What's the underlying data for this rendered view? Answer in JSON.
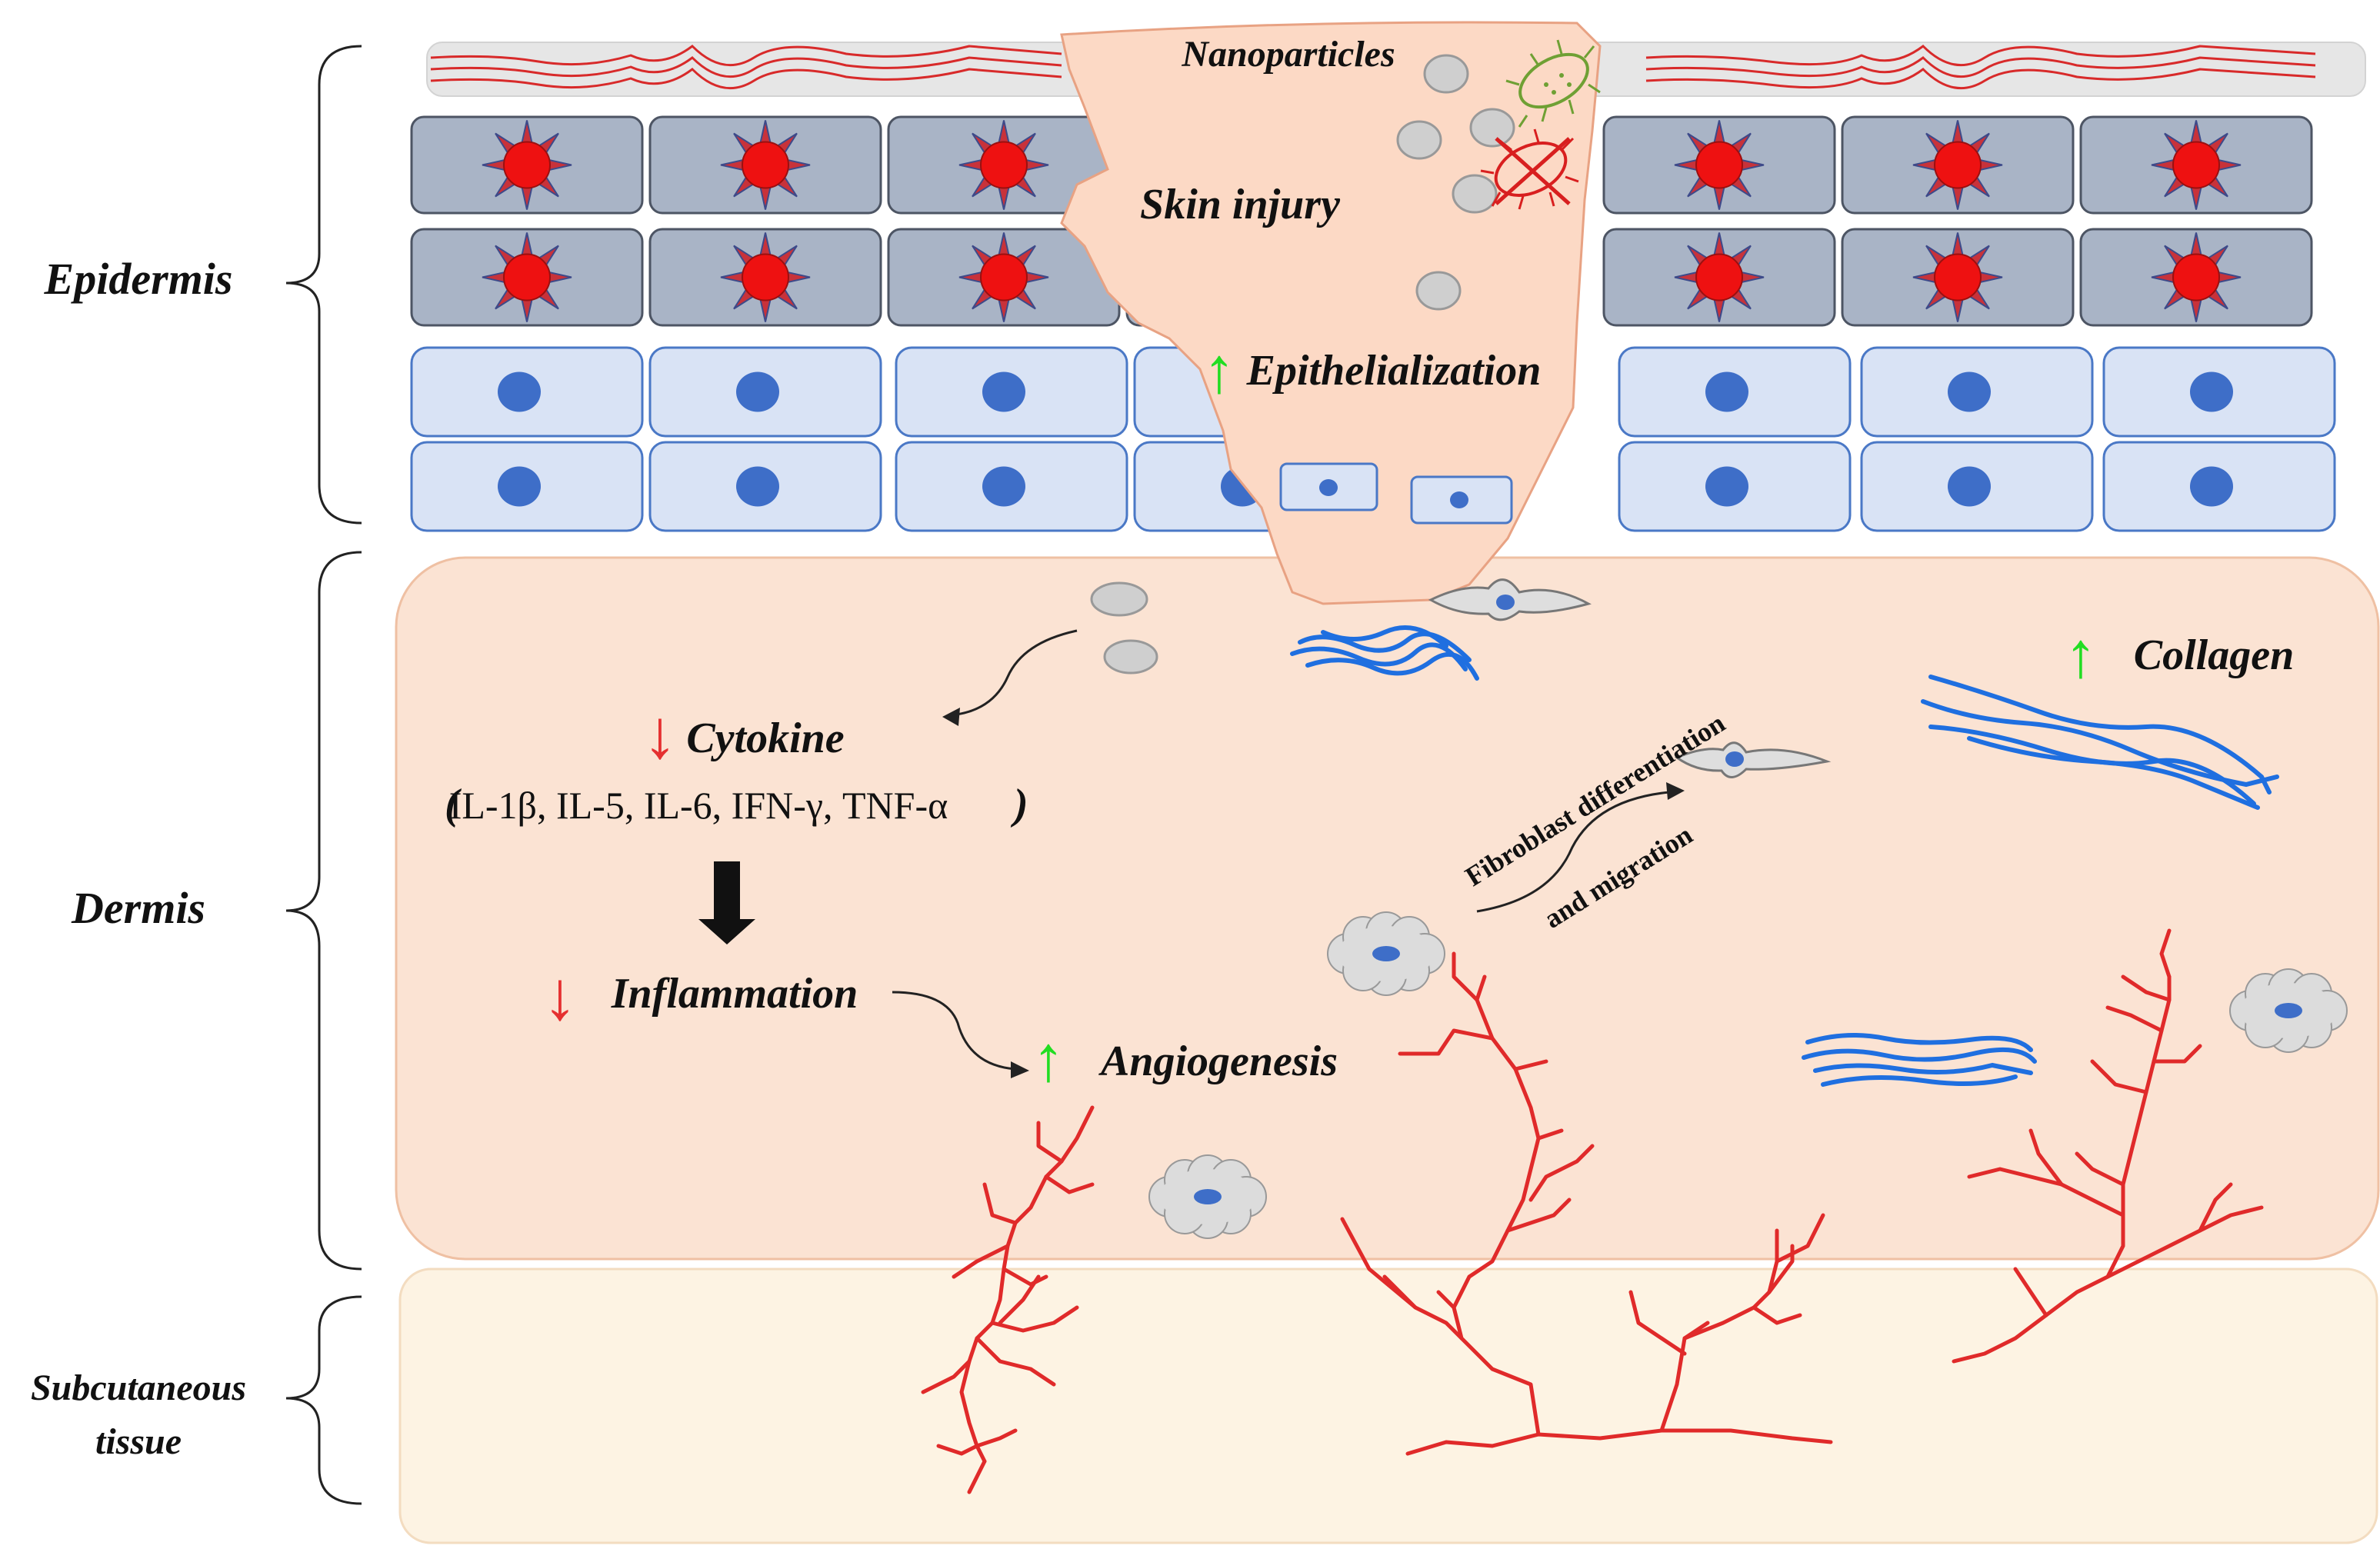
{
  "layers": {
    "epidermis": "Epidermis",
    "dermis": "Dermis",
    "subcutaneous_line1": "Subcutaneous",
    "subcutaneous_line2": "tissue"
  },
  "wound": {
    "nanoparticles": "Nanoparticles",
    "skin_injury": "Skin injury",
    "epithelialization": "Epithelialization"
  },
  "dermis_labels": {
    "cytokine": "Cytokine",
    "cytokine_open": "(",
    "cytokine_list": "IL-1β, IL-5, IL-6, IFN-γ, TNF-α",
    "cytokine_close": ")",
    "inflammation": "Inflammation",
    "angiogenesis": "Angiogenesis",
    "collagen": "Collagen",
    "fibroblast_line1": "Fibroblast differentiation",
    "fibroblast_line2": "and migration"
  },
  "indicators": {
    "epithelialization": "↑",
    "cytokine": "↓",
    "inflammation": "↓",
    "angiogenesis": "↑",
    "collagen": "↑"
  },
  "colors": {
    "up_arrow": "#22dd22",
    "down_arrow": "#e53030",
    "dermis_fill": "#fbe3d3",
    "subcutaneous_fill": "#fdf3e3",
    "wound_fill": "#fcd9c5",
    "blood_vessel": "#e02a2a",
    "collagen_fiber": "#1f6fe0",
    "dark_cell": "#a9b4c6",
    "light_cell": "#d9e3f5",
    "nucleus_blue": "#3e6ec8",
    "nucleus_red": "#ee1111"
  }
}
